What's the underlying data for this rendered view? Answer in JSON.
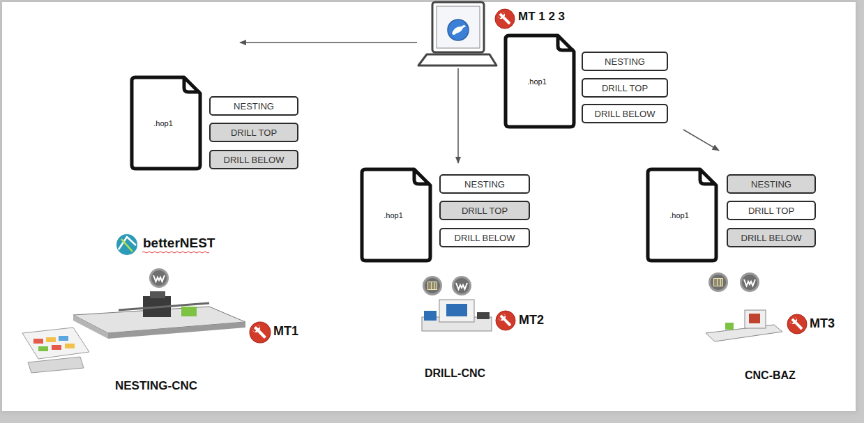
{
  "diagram": {
    "nodes": [
      {
        "text": [
          ".hop1"
        ]
      },
      {
        "text": [
          "NESTING"
        ]
      },
      {
        "text": [
          "DRILL TOP"
        ]
      },
      {
        "text": [
          "DRILL BELOW"
        ]
      },
      {
        "text": [
          ".hop1"
        ]
      },
      {
        "text": [
          "NESTING"
        ]
      },
      {
        "text": [
          "DRILL TOP"
        ]
      },
      {
        "text": [
          "DRILL BELOW"
        ]
      },
      {
        "text": [
          ".hop1"
        ]
      },
      {
        "text": [
          "NESTING"
        ]
      },
      {
        "text": [
          "DRILL TOP"
        ]
      },
      {
        "text": [
          "DRILL BELOW"
        ]
      },
      {
        "text": [
          ".hop1"
        ]
      },
      {
        "text": [
          "NESTING"
        ]
      },
      {
        "text": [
          "DRILL TOP"
        ]
      },
      {
        "text": [
          "DRILL BELOW"
        ]
      }
    ],
    "labels": [
      "MT 1 2 3",
      "betterNEST",
      "MT1",
      "MT2",
      "MT3",
      "NESTING-CNC",
      "DRILL-CNC",
      "CNC-BAZ"
    ]
  }
}
